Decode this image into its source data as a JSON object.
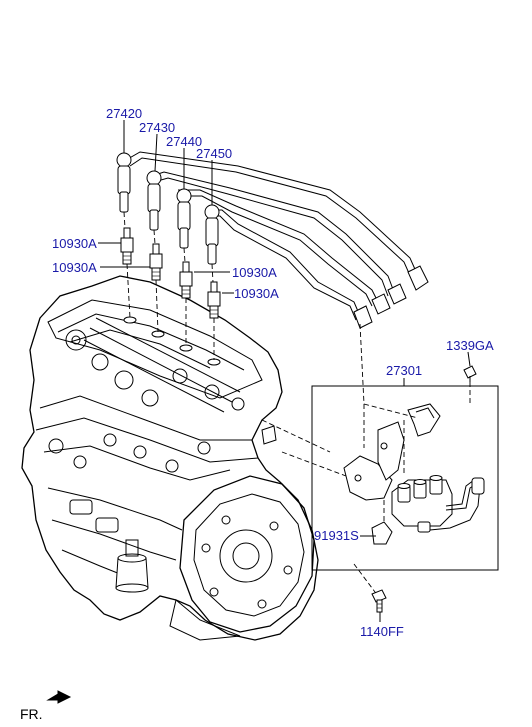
{
  "labels": {
    "p27420": "27420",
    "p27430": "27430",
    "p27440": "27440",
    "p27450": "27450",
    "p10930a_1": "10930A",
    "p10930a_2": "10930A",
    "p10930a_3": "10930A",
    "p10930a_4": "10930A",
    "p1339ga": "1339GA",
    "p27301": "27301",
    "p91931s": "91931S",
    "p1140ff": "1140FF"
  },
  "direction": {
    "label": "FR."
  },
  "colors": {
    "label_blue": "#1a1aa8",
    "line": "#000000"
  }
}
